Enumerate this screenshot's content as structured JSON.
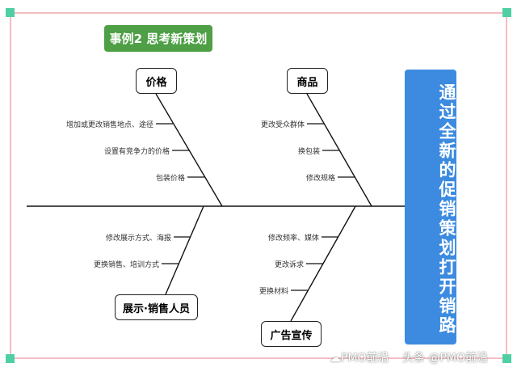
{
  "title": "事例2  思考新策划",
  "head": "通过全新的促销策划打开销路",
  "categories": {
    "price": {
      "label": "价格",
      "causes": [
        "增加或更改销售地点、途径",
        "设置有竞争力的价格",
        "包装价格"
      ]
    },
    "product": {
      "label": "商品",
      "causes": [
        "更改受众群体",
        "换包装",
        "修改规格"
      ]
    },
    "display": {
      "label": "展示·销售人员",
      "causes": [
        "修改展示方式、海报",
        "更换销售、培训方式"
      ]
    },
    "ads": {
      "label": "广告宣传",
      "causes": [
        "修改频率、媒体",
        "更改诉求",
        "更换材料"
      ]
    }
  },
  "watermark": {
    "inner": "PMO前沿",
    "outer": "头条 @PMO前沿"
  },
  "colors": {
    "title_bg": "#4e9f45",
    "head_bg": "#3c8be0",
    "frame": "#e87a86",
    "handle": "#4fcfa4"
  }
}
